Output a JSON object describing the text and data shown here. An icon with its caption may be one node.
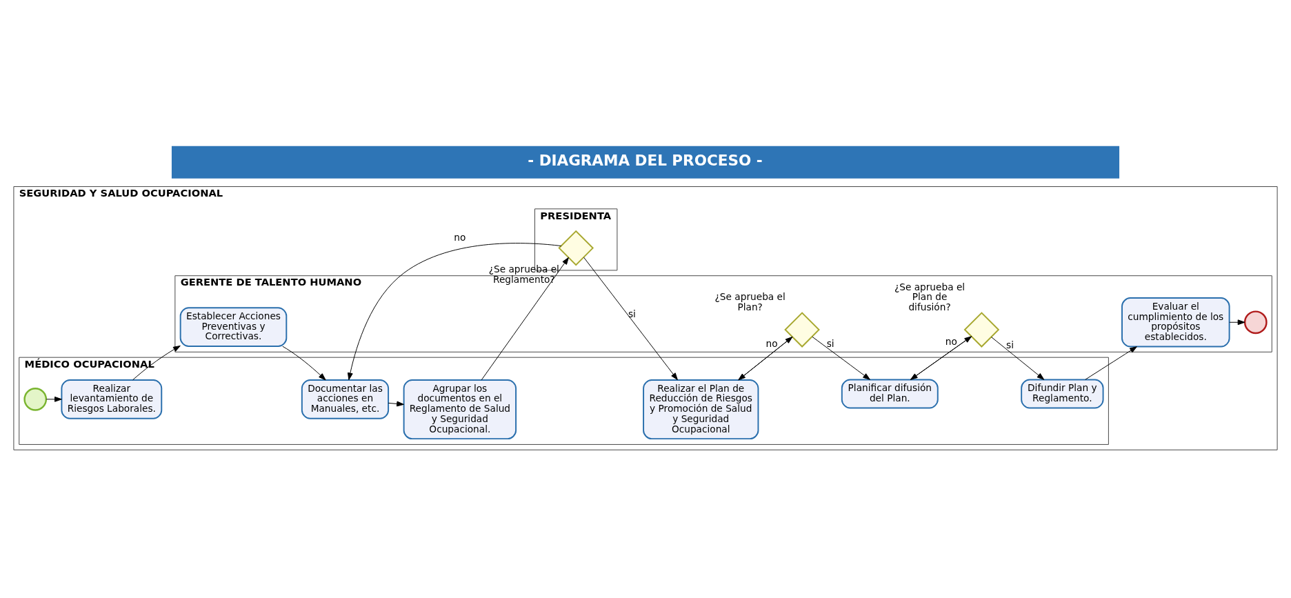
{
  "diagram": {
    "title": "- DIAGRAMA DEL PROCESO -",
    "nodes": [
      {
        "text": [
          "SEGURIDAD Y SALUD OCUPACIONAL"
        ]
      },
      {
        "text": [
          "MÉDICO OCUPACIONAL"
        ],
        "in": 0
      },
      {
        "text": [
          "GERENTE DE TALENTO HUMANO"
        ],
        "in": 0
      },
      {
        "text": [
          "PRESIDENTA"
        ],
        "in": 0
      },
      {
        "text": [],
        "shape": "circle",
        "in": 1
      },
      {
        "text": [
          "Realizar levantamiento de Riesgos Laborales."
        ],
        "in": 1
      },
      {
        "text": [
          "Establecer Acciones Preventivas y Correctivas."
        ],
        "in": 2
      },
      {
        "text": [
          "Documentar las acciones en Manuales, etc."
        ],
        "in": 1
      },
      {
        "text": [
          "Agrupar los documentos en el Reglamento de Salud y Seguridad Ocupacional."
        ],
        "in": 1
      },
      {
        "text": [],
        "shape": "diamond",
        "beside": [
          "¿Se aprueba el Reglamento?"
        ],
        "in": 3
      },
      {
        "text": [
          "Realizar el Plan de Reducción de Riesgos y Promoción de Salud y Seguridad Ocupacional"
        ],
        "in": 1
      },
      {
        "text": [],
        "shape": "diamond",
        "beside": [
          "¿Se aprueba el Plan?"
        ],
        "in": 2
      },
      {
        "text": [
          "Planificar difusión del Plan."
        ],
        "in": 1
      },
      {
        "text": [],
        "shape": "diamond",
        "beside": [
          "¿Se aprueba el Plan de difusión?"
        ],
        "in": 2
      },
      {
        "text": [
          "Difundir Plan y Reglamento."
        ],
        "in": 1
      },
      {
        "text": [
          "Evaluar el cumplimiento de los propósitos establecidos."
        ],
        "in": 2
      },
      {
        "text": [],
        "shape": "circle",
        "in": 2
      }
    ],
    "edges": [
      {
        "from": 4,
        "to": 5,
        "arrow": "to"
      },
      {
        "from": 5,
        "to": 6,
        "arrow": "to"
      },
      {
        "from": 6,
        "to": 7,
        "arrow": "to"
      },
      {
        "from": 7,
        "to": 8,
        "arrow": "to"
      },
      {
        "from": 8,
        "to": 9,
        "arrow": "to"
      },
      {
        "from": 9,
        "to": 10,
        "label": "si",
        "arrow": "to"
      },
      {
        "from": 9,
        "to": 7,
        "label": "no",
        "arrow": "to"
      },
      {
        "from": 10,
        "to": 11,
        "arrow": "to"
      },
      {
        "from": 11,
        "to": 12,
        "label": "si",
        "arrow": "to"
      },
      {
        "from": 11,
        "to": 10,
        "label": "no",
        "arrow": "to"
      },
      {
        "from": 12,
        "to": 13,
        "arrow": "to"
      },
      {
        "from": 13,
        "to": 14,
        "label": "si",
        "arrow": "to"
      },
      {
        "from": 13,
        "to": 12,
        "label": "no",
        "arrow": "to"
      },
      {
        "from": 14,
        "to": 15,
        "arrow": "to"
      },
      {
        "from": 15,
        "to": 16,
        "arrow": "to"
      }
    ]
  }
}
